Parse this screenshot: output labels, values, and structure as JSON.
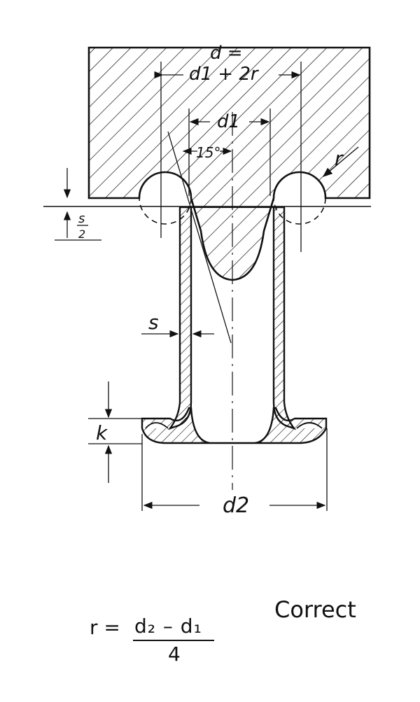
{
  "labels": {
    "d": "d =",
    "d_expr": "d1 + 2r",
    "d1": "d1",
    "angle": "15°",
    "r": "r",
    "s_half_num": "s",
    "s_half_den": "2",
    "s": "s",
    "k": "k",
    "d2": "d2"
  },
  "formula": {
    "lhs": "r =",
    "numerator": "d₂ – d₁",
    "denominator": "4"
  },
  "status": "Correct"
}
